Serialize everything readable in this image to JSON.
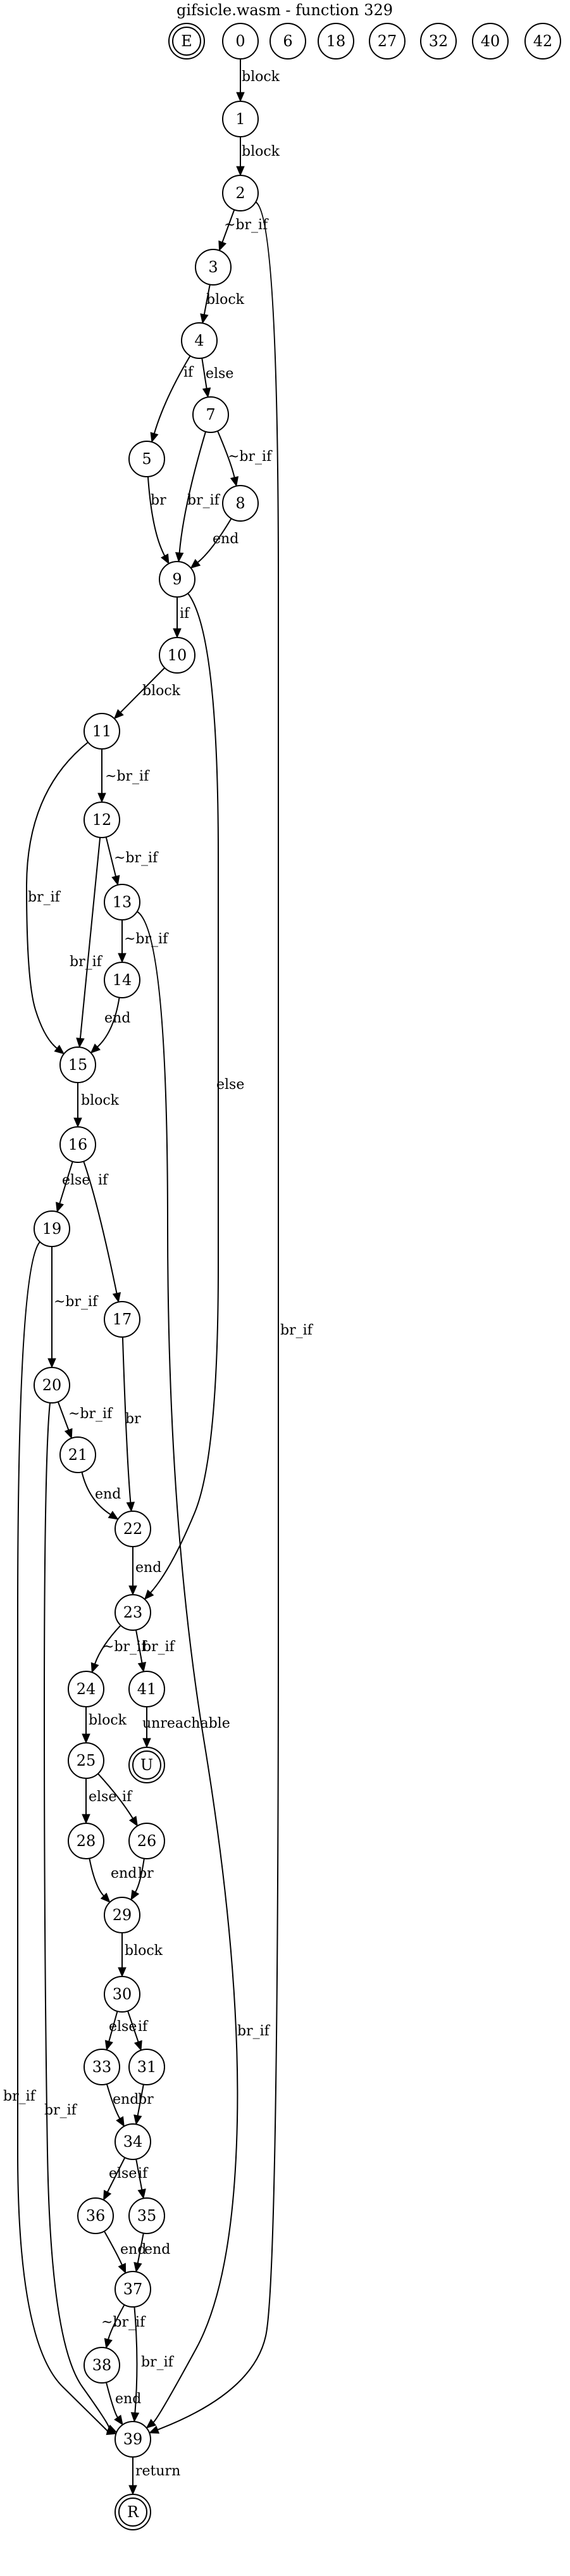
{
  "graph": {
    "title": "gifsicle.wasm - function 329",
    "nodes": [
      {
        "id": "E",
        "label": "E",
        "kind": "double"
      },
      {
        "id": "0",
        "label": "0"
      },
      {
        "id": "6",
        "label": "6"
      },
      {
        "id": "18",
        "label": "18"
      },
      {
        "id": "27",
        "label": "27"
      },
      {
        "id": "32",
        "label": "32"
      },
      {
        "id": "40",
        "label": "40"
      },
      {
        "id": "42",
        "label": "42"
      },
      {
        "id": "1",
        "label": "1"
      },
      {
        "id": "2",
        "label": "2"
      },
      {
        "id": "3",
        "label": "3"
      },
      {
        "id": "4",
        "label": "4"
      },
      {
        "id": "5",
        "label": "5"
      },
      {
        "id": "7",
        "label": "7"
      },
      {
        "id": "8",
        "label": "8"
      },
      {
        "id": "9",
        "label": "9"
      },
      {
        "id": "10",
        "label": "10"
      },
      {
        "id": "11",
        "label": "11"
      },
      {
        "id": "12",
        "label": "12"
      },
      {
        "id": "13",
        "label": "13"
      },
      {
        "id": "14",
        "label": "14"
      },
      {
        "id": "15",
        "label": "15"
      },
      {
        "id": "16",
        "label": "16"
      },
      {
        "id": "19",
        "label": "19"
      },
      {
        "id": "17",
        "label": "17"
      },
      {
        "id": "20",
        "label": "20"
      },
      {
        "id": "21",
        "label": "21"
      },
      {
        "id": "22",
        "label": "22"
      },
      {
        "id": "23",
        "label": "23"
      },
      {
        "id": "24",
        "label": "24"
      },
      {
        "id": "41",
        "label": "41"
      },
      {
        "id": "U",
        "label": "U",
        "kind": "double"
      },
      {
        "id": "25",
        "label": "25"
      },
      {
        "id": "28",
        "label": "28"
      },
      {
        "id": "26",
        "label": "26"
      },
      {
        "id": "29",
        "label": "29"
      },
      {
        "id": "30",
        "label": "30"
      },
      {
        "id": "33",
        "label": "33"
      },
      {
        "id": "31",
        "label": "31"
      },
      {
        "id": "34",
        "label": "34"
      },
      {
        "id": "36",
        "label": "36"
      },
      {
        "id": "35",
        "label": "35"
      },
      {
        "id": "37",
        "label": "37"
      },
      {
        "id": "38",
        "label": "38"
      },
      {
        "id": "39",
        "label": "39"
      },
      {
        "id": "R",
        "label": "R",
        "kind": "double"
      }
    ],
    "edges": [
      {
        "from": "0",
        "to": "1",
        "label": "block"
      },
      {
        "from": "1",
        "to": "2",
        "label": "block"
      },
      {
        "from": "2",
        "to": "3",
        "label": "~br_if"
      },
      {
        "from": "2",
        "to": "39",
        "label": "br_if"
      },
      {
        "from": "3",
        "to": "4",
        "label": "block"
      },
      {
        "from": "4",
        "to": "5",
        "label": "if"
      },
      {
        "from": "4",
        "to": "7",
        "label": "else"
      },
      {
        "from": "5",
        "to": "9",
        "label": "br"
      },
      {
        "from": "7",
        "to": "9",
        "label": "br_if"
      },
      {
        "from": "7",
        "to": "8",
        "label": "~br_if"
      },
      {
        "from": "8",
        "to": "9",
        "label": "end"
      },
      {
        "from": "9",
        "to": "10",
        "label": "if"
      },
      {
        "from": "9",
        "to": "23",
        "label": "else"
      },
      {
        "from": "10",
        "to": "11",
        "label": "block"
      },
      {
        "from": "11",
        "to": "15",
        "label": "br_if"
      },
      {
        "from": "11",
        "to": "12",
        "label": "~br_if"
      },
      {
        "from": "12",
        "to": "15",
        "label": "br_if"
      },
      {
        "from": "12",
        "to": "13",
        "label": "~br_if"
      },
      {
        "from": "13",
        "to": "14",
        "label": "~br_if"
      },
      {
        "from": "13",
        "to": "39",
        "label": "br_if"
      },
      {
        "from": "14",
        "to": "15",
        "label": "end"
      },
      {
        "from": "15",
        "to": "16",
        "label": "block"
      },
      {
        "from": "16",
        "to": "19",
        "label": "else"
      },
      {
        "from": "16",
        "to": "17",
        "label": "if"
      },
      {
        "from": "19",
        "to": "39",
        "label": "br_if"
      },
      {
        "from": "19",
        "to": "20",
        "label": "~br_if"
      },
      {
        "from": "17",
        "to": "22",
        "label": "br"
      },
      {
        "from": "20",
        "to": "21",
        "label": "~br_if"
      },
      {
        "from": "20",
        "to": "39",
        "label": "br_if"
      },
      {
        "from": "21",
        "to": "22",
        "label": "end"
      },
      {
        "from": "22",
        "to": "23",
        "label": "end"
      },
      {
        "from": "23",
        "to": "24",
        "label": "~br_if"
      },
      {
        "from": "23",
        "to": "41",
        "label": "br_if"
      },
      {
        "from": "41",
        "to": "U",
        "label": "unreachable"
      },
      {
        "from": "24",
        "to": "25",
        "label": "block"
      },
      {
        "from": "25",
        "to": "28",
        "label": "else"
      },
      {
        "from": "25",
        "to": "26",
        "label": "if"
      },
      {
        "from": "28",
        "to": "29",
        "label": "end"
      },
      {
        "from": "26",
        "to": "29",
        "label": "br"
      },
      {
        "from": "29",
        "to": "30",
        "label": "block"
      },
      {
        "from": "30",
        "to": "33",
        "label": "else"
      },
      {
        "from": "30",
        "to": "31",
        "label": "if"
      },
      {
        "from": "33",
        "to": "34",
        "label": "end"
      },
      {
        "from": "31",
        "to": "34",
        "label": "br"
      },
      {
        "from": "34",
        "to": "36",
        "label": "else"
      },
      {
        "from": "34",
        "to": "35",
        "label": "if"
      },
      {
        "from": "36",
        "to": "37",
        "label": "end"
      },
      {
        "from": "35",
        "to": "37",
        "label": "end"
      },
      {
        "from": "37",
        "to": "38",
        "label": "~br_if"
      },
      {
        "from": "37",
        "to": "39",
        "label": "br_if"
      },
      {
        "from": "38",
        "to": "39",
        "label": "end"
      },
      {
        "from": "39",
        "to": "R",
        "label": "return"
      }
    ]
  }
}
